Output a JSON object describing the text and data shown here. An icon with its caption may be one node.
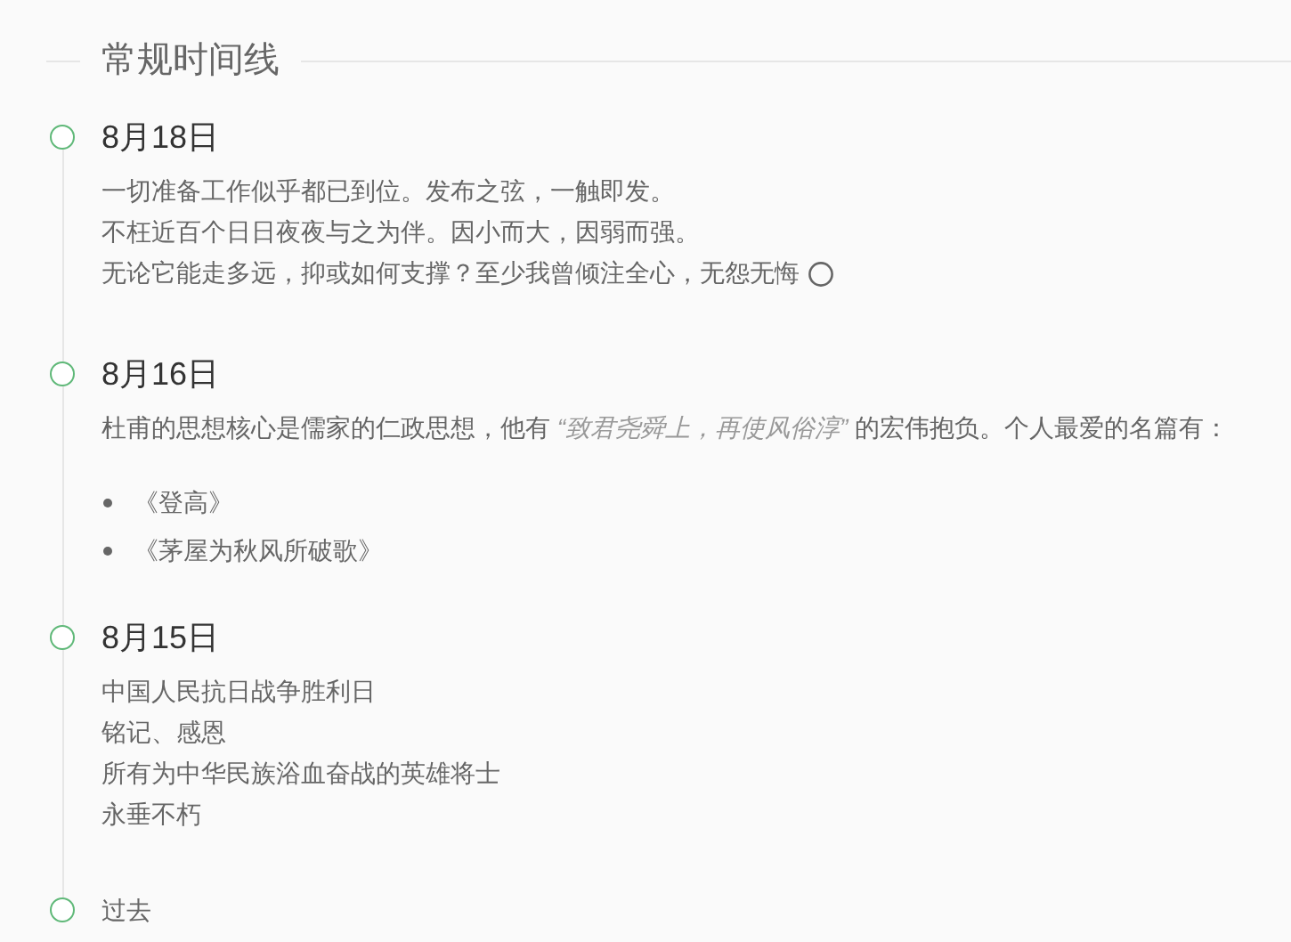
{
  "diagram": {
    "title": "常规时间线",
    "nodes": [
      {
        "text": [],
        "shape": "circle",
        "beside": [
          "8月18日",
          "一切准备工作似乎都已到位。发布之弦，一触即发。",
          "不枉近百个日日夜夜与之为伴。因小而大，因弱而强。",
          "无论它能走多远，抑或如何支撑？至少我曾倾注全心，无怨无悔"
        ]
      },
      {
        "text": [],
        "shape": "circle",
        "beside": [
          "8月16日",
          "杜甫的思想核心是儒家的仁政思想，他有 *“致君尧舜上，再使风俗淳”* 的宏伟抱负。个人最爱的名篇有：",
          "《登高》",
          "《茅屋为秋风所破歌》"
        ]
      },
      {
        "text": [],
        "shape": "circle",
        "beside": [
          "8月15日",
          "中国人民抗日战争胜利日",
          "铭记、感恩",
          "所有为中华民族浴血奋战的英雄将士",
          "永垂不朽"
        ]
      },
      {
        "text": [],
        "shape": "circle",
        "beside": [
          "过去"
        ]
      }
    ],
    "edges": [
      {
        "from": 0,
        "to": 1,
        "arrow": "none"
      },
      {
        "from": 1,
        "to": 2,
        "arrow": "none"
      },
      {
        "from": 2,
        "to": 3,
        "arrow": "none"
      }
    ]
  }
}
